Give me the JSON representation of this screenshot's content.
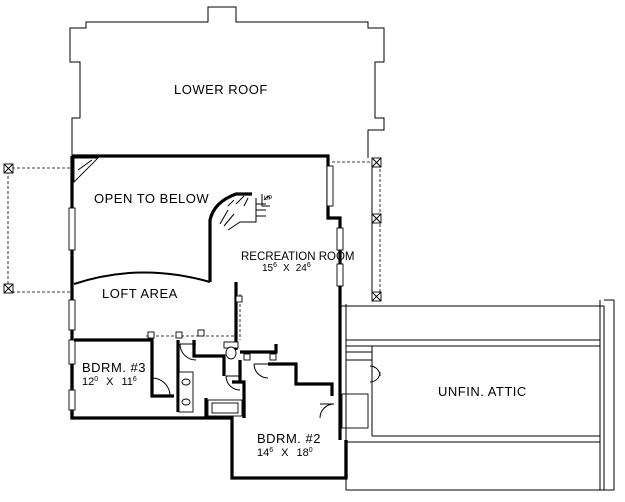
{
  "plan": {
    "lower_roof_label": "LOWER ROOF",
    "open_to_below_label": "OPEN TO BELOW",
    "loft_area_label": "LOFT AREA",
    "recreation_room": {
      "name": "RECREATION ROOM",
      "w_ft": "15",
      "w_in": "6",
      "sep": "X",
      "l_ft": "24",
      "l_in": "6"
    },
    "bedroom_3": {
      "name": "BDRM. #3",
      "w_ft": "12",
      "w_in": "0",
      "sep": "X",
      "l_ft": "11",
      "l_in": "6"
    },
    "bedroom_2": {
      "name": "BDRM. #2",
      "w_ft": "14",
      "w_in": "6",
      "sep": "X",
      "l_ft": "18",
      "l_in": "0"
    },
    "attic_label": "UNFIN. ATTIC",
    "stair_mark": "UP"
  }
}
